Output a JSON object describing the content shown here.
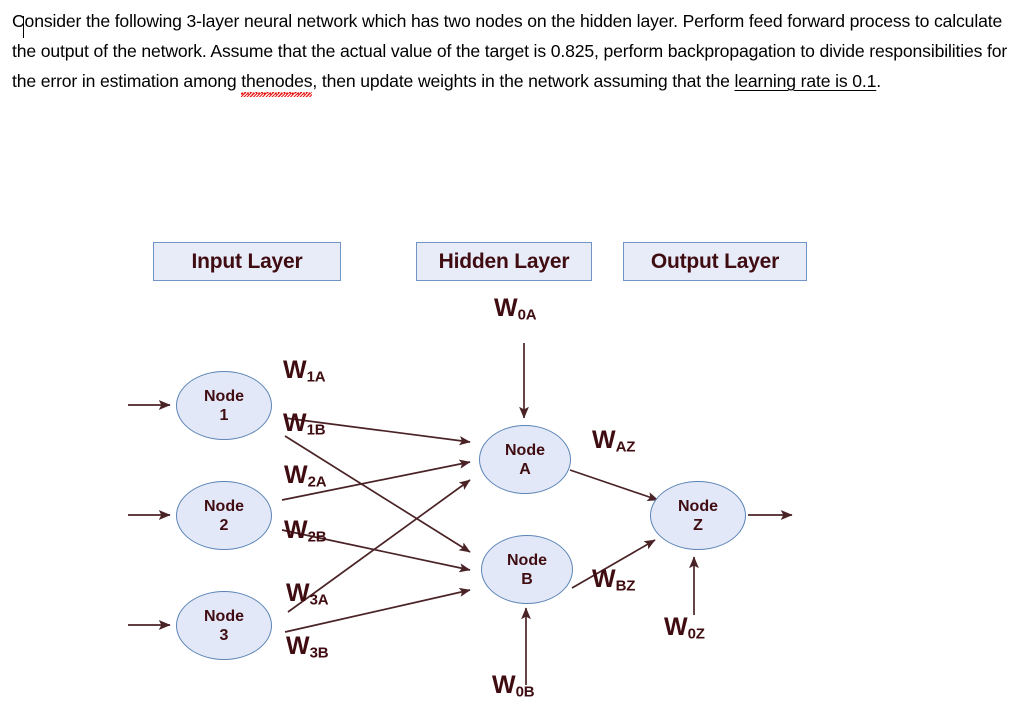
{
  "question": {
    "line1_a": "Consider the following 3-layer neural network which has two nodes on the hidden layer. Perform feed",
    "line2_a": "forward process to calculate the output of the network. Assume that the actual value of the target is 0.825,",
    "line3_a": "perform backpropagation to divide responsibilities for the error in estimation among ",
    "line3_misspelled": "thenodes",
    "line3_b": ", then update",
    "line4_a": "weights in the network assuming that the ",
    "line4_underlined": "learning rate is 0.1",
    "line4_b": "."
  },
  "diagram": {
    "headers": [
      {
        "label": "Input Layer"
      },
      {
        "label": "Hidden Layer"
      },
      {
        "label": "Output Layer"
      }
    ],
    "input_nodes": [
      {
        "line1": "Node",
        "line2": "1"
      },
      {
        "line1": "Node",
        "line2": "2"
      },
      {
        "line1": "Node",
        "line2": "3"
      }
    ],
    "hidden_nodes": [
      {
        "line1": "Node",
        "line2": "A"
      },
      {
        "line1": "Node",
        "line2": "B"
      }
    ],
    "output_nodes": [
      {
        "line1": "Node",
        "line2": "Z"
      }
    ],
    "weights": [
      {
        "main": "W",
        "sub": "1A"
      },
      {
        "main": "W",
        "sub": "1B"
      },
      {
        "main": "W",
        "sub": "2A"
      },
      {
        "main": "W",
        "sub": "2B"
      },
      {
        "main": "W",
        "sub": "3A"
      },
      {
        "main": "W",
        "sub": "3B"
      },
      {
        "main": "W",
        "sub": "AZ"
      },
      {
        "main": "W",
        "sub": "BZ"
      },
      {
        "main": "W",
        "sub": "0A"
      },
      {
        "main": "W",
        "sub": "0B"
      },
      {
        "main": "W",
        "sub": "0Z"
      }
    ],
    "colors": {
      "node_fill": "#e3e8f8",
      "node_border": "#5b84b5",
      "box_fill": "#e8ebf8",
      "box_border": "#6f95c4",
      "label_text": "#3f0d11",
      "wire": "#4a2326",
      "spell_underline": "#e8140f"
    }
  }
}
